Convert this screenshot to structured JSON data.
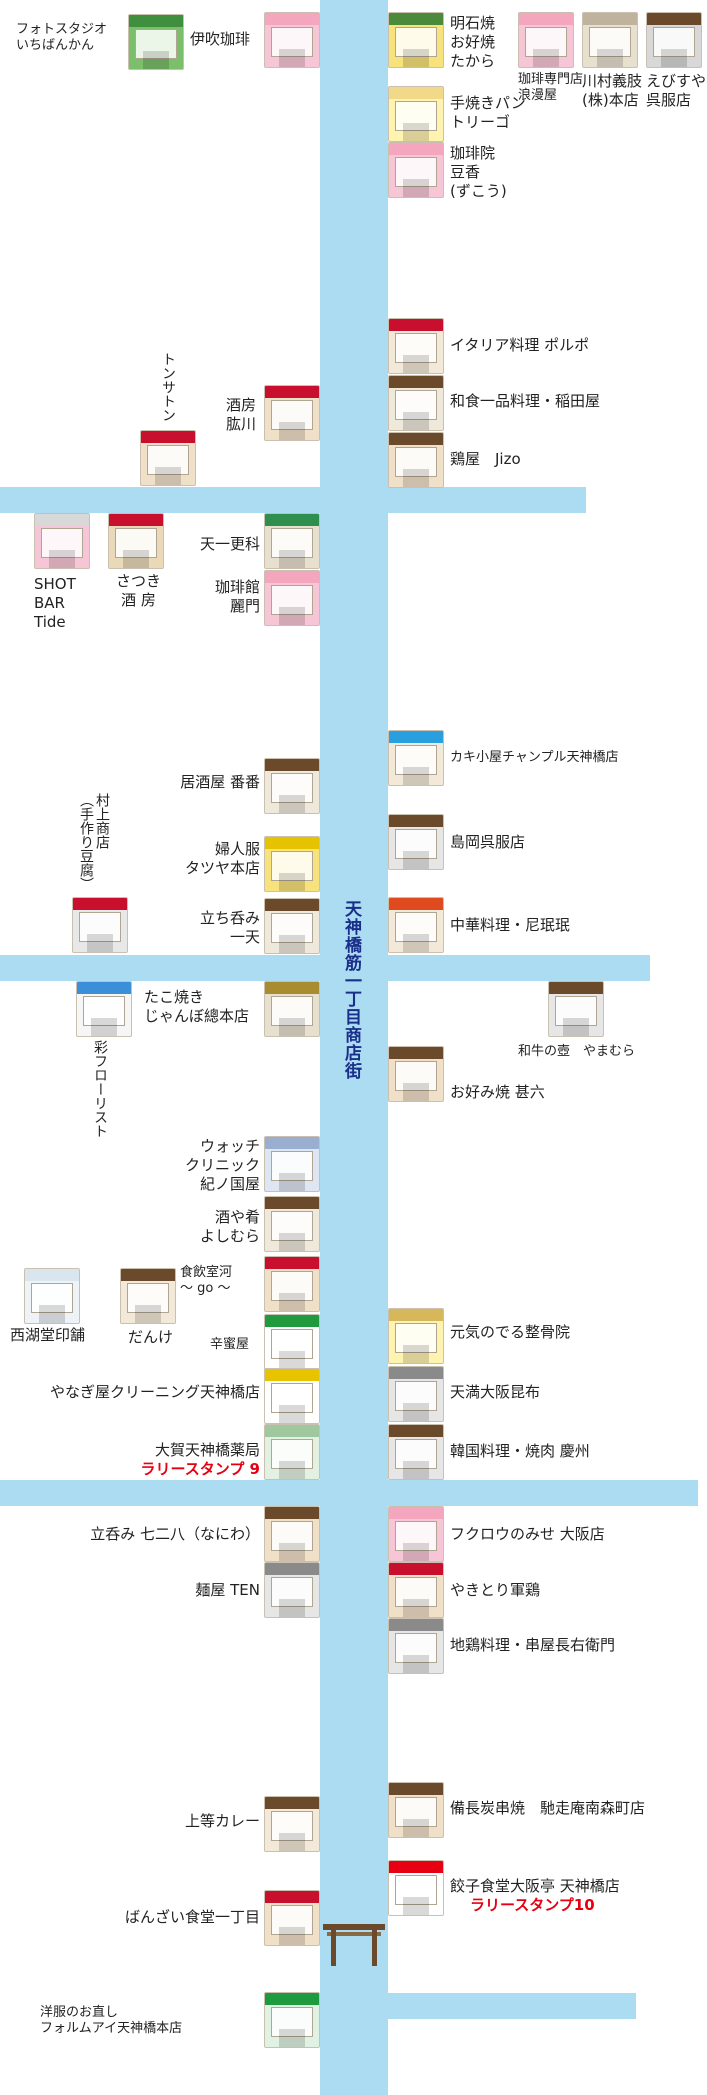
{
  "map": {
    "street_name": "天神橋筋一丁目商店街",
    "colors": {
      "road": "#abdcf2",
      "street_label": "#1a2f8a",
      "stamp": "#e60012"
    },
    "stamps": {
      "stamp9": "ラリースタンプ 9",
      "stamp10": "ラリースタンプ10"
    },
    "shops_left": {
      "s01": "フォトスタジオ\nいちばんかん",
      "s02": "伊吹珈琲",
      "s03": "トンサトン",
      "s04": "酒房\n肱川",
      "s05": "SHOT\nBAR\nTide",
      "s06": "さつき\n酒 房",
      "s07": "天一更科",
      "s08": "珈琲館\n麗門",
      "s09": "居酒屋 番番",
      "s10": "村上商店\n（手作り豆腐）",
      "s11": "婦人服\nタツヤ本店",
      "s12": "立ち呑み\n一天",
      "s13": "たこ焼き\nじゃんぼ總本店",
      "s14": "彩フローリスト",
      "s15": "ウォッチ\nクリニック\n紀ノ国屋",
      "s16": "酒や肴\nよしむら",
      "s17": "食飲室河\n〜 go 〜",
      "s18": "西湖堂印舗",
      "s19": "だんけ",
      "s20": "辛蜜屋",
      "s21": "やなぎ屋クリーニング天神橋店",
      "s22": "大賀天神橋薬局",
      "s23": "立呑み 七二八（なにわ）",
      "s24": "麺屋 TEN",
      "s25": "上等カレー",
      "s26": "ばんざい食堂一丁目",
      "s27": "洋服のお直し\nフォルムアイ天神橋本店"
    },
    "shops_right": {
      "r01": "明石焼\nお好焼\nたから",
      "r02": "珈琲専門店\n浪漫屋",
      "r03": "川村義肢\n(株)本店",
      "r04": "えびすや\n呉服店",
      "r05": "手焼きパン\nトリーゴ",
      "r06": "珈琲院\n豆香\n(ずこう)",
      "r07": "イタリア料理 ポルポ",
      "r08": "和食一品料理・稲田屋",
      "r09": "鶏屋　Jizo",
      "r10": "カキ小屋チャンプル天神橋店",
      "r11": "島岡呉服店",
      "r12": "中華料理・尼珉珉",
      "r13": "和牛の壺　やまむら",
      "r14": "お好み焼 甚六",
      "r15": "元気のでる整骨院",
      "r16": "天満大阪昆布",
      "r17": "韓国料理・焼肉 慶州",
      "r18": "フクロウのみせ 大阪店",
      "r19": "やきとり軍鶏",
      "r20": "地鶏料理・串屋長右衛門",
      "r21": "備長炭串焼　馳走庵南森町店",
      "r22": "餃子食堂大阪亭 天神橋店"
    }
  }
}
